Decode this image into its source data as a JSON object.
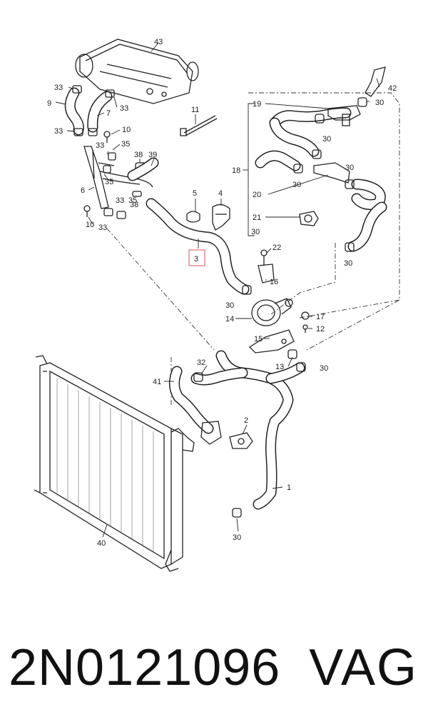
{
  "diagram": {
    "callouts": {
      "c1": "1",
      "c2": "2",
      "c3": "3",
      "c4": "4",
      "c5": "5",
      "c6": "6",
      "c7": "7",
      "c9": "9",
      "c10a": "10",
      "c10b": "10",
      "c11": "11",
      "c12": "12",
      "c13": "13",
      "c14": "14",
      "c15": "15",
      "c16": "16",
      "c17": "17",
      "c18": "18",
      "c19": "19",
      "c20": "20",
      "c21": "21",
      "c22": "22",
      "c30a": "30",
      "c30b": "30",
      "c30c": "30",
      "c30d": "30",
      "c30e": "30",
      "c30f": "30",
      "c30g": "30",
      "c30h": "30",
      "c30i": "30",
      "c32": "32",
      "c33a": "33",
      "c33b": "33",
      "c33c": "33",
      "c33d": "33",
      "c33e": "33",
      "c33f": "33",
      "c35a": "35",
      "c35b": "35",
      "c38a": "38",
      "c38b": "38",
      "c39": "39",
      "c40": "40",
      "c41": "41",
      "c42": "42",
      "c43": "43"
    },
    "highlighted_part": "3",
    "highlight_color": "#e07070"
  },
  "footer": {
    "part_number": "2N0121096",
    "brand": "VAG"
  }
}
